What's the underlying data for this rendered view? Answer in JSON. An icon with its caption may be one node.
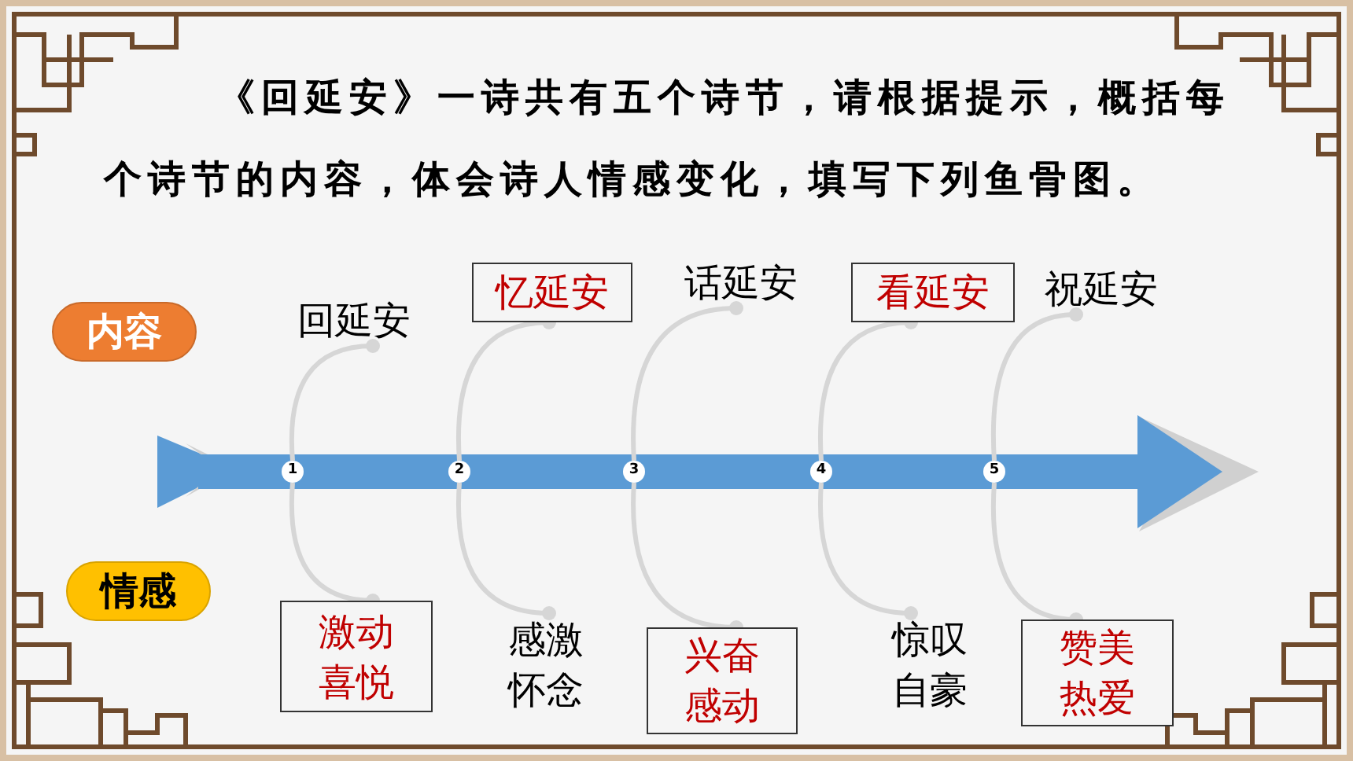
{
  "diagram": {
    "title": "《回延安》一诗共有五个诗节，请根据提示，概括每个诗节的内容，体会诗人情感变化，填写下列鱼骨图。",
    "nodes": [
      {
        "text": [
          "内容"
        ]
      },
      {
        "text": [
          "回延安"
        ]
      },
      {
        "text": [
          "忆延安"
        ]
      },
      {
        "text": [
          "话延安"
        ]
      },
      {
        "text": [
          "看延安"
        ]
      },
      {
        "text": [
          "祝延安"
        ]
      },
      {
        "text": [
          "1"
        ]
      },
      {
        "text": [
          "2"
        ]
      },
      {
        "text": [
          "3"
        ]
      },
      {
        "text": [
          "4"
        ]
      },
      {
        "text": [
          "5"
        ]
      },
      {
        "text": [
          "情感"
        ]
      },
      {
        "text": [
          "激动喜悦"
        ]
      },
      {
        "text": [
          "感激怀念"
        ]
      },
      {
        "text": [
          "兴奋感动"
        ]
      },
      {
        "text": [
          "惊叹自豪"
        ]
      },
      {
        "text": [
          "赞美热爱"
        ]
      }
    ],
    "edges": [
      {
        "from": 6,
        "to": 1,
        "arrow": "other"
      },
      {
        "from": 6,
        "to": 12,
        "arrow": "other"
      },
      {
        "from": 7,
        "to": 2,
        "arrow": "other"
      },
      {
        "from": 7,
        "to": 13,
        "arrow": "other"
      },
      {
        "from": 8,
        "to": 3,
        "arrow": "other"
      },
      {
        "from": 8,
        "to": 14,
        "arrow": "other"
      },
      {
        "from": 9,
        "to": 4,
        "arrow": "other"
      },
      {
        "from": 9,
        "to": 15,
        "arrow": "other"
      },
      {
        "from": 10,
        "to": 5,
        "arrow": "other"
      },
      {
        "from": 10,
        "to": 16,
        "arrow": "other"
      }
    ]
  }
}
